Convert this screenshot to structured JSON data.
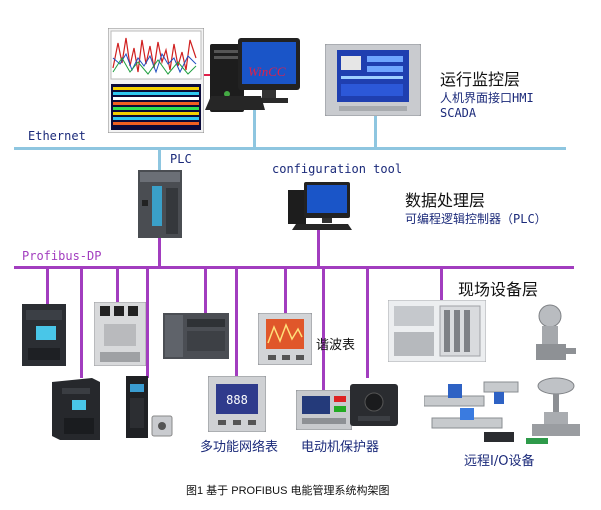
{
  "layers": {
    "operation": {
      "title": "运行监控层",
      "sub1": "人机界面接口HMI",
      "sub2": "SCADA"
    },
    "processing": {
      "title": "数据处理层",
      "sub": "可编程逻辑控制器（PLC）"
    },
    "field": {
      "title": "现场设备层"
    }
  },
  "networks": {
    "ethernet": "Ethernet",
    "profibus": "Profibus-DP"
  },
  "labels": {
    "wincc": "WinCC",
    "plc": "PLC",
    "config_tool": "configuration tool",
    "harmonic_meter": "谐波表",
    "multi_meter": "多功能网络表",
    "motor_protector": "电动机保护器",
    "remote_io": "远程I/O设备"
  },
  "caption": "图1 基于 PROFIBUS 电能管理系统构架图",
  "colors": {
    "ethernet": "#8ec6e0",
    "profibus": "#a23dbf",
    "label_navy": "#1b2a7a"
  }
}
